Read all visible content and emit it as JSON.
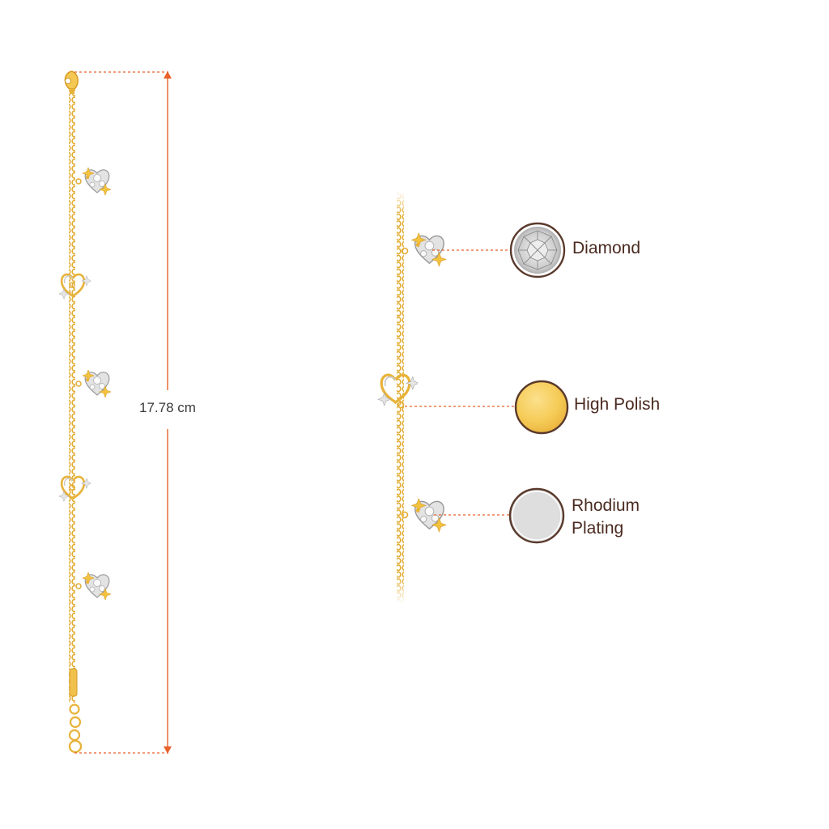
{
  "measurement": {
    "length": "17.78 cm",
    "accent_color": "#e8622a"
  },
  "callouts": [
    {
      "label_lines": [
        "Diamond"
      ],
      "swatch": "diamond",
      "color": "#d9d9d9"
    },
    {
      "label_lines": [
        "High Polish"
      ],
      "swatch": "gold",
      "color": "#f7cc5c"
    },
    {
      "label_lines": [
        "Rhodium",
        "Plating"
      ],
      "swatch": "rhodium",
      "color": "#dcdcdc"
    }
  ],
  "colors": {
    "gold": "#e8b33a",
    "gold_light": "#f6d36e",
    "ring": "#5a3a2c",
    "text": "#4a2a20"
  },
  "icons": {
    "clasp": "lobster-clasp-icon",
    "charm_heart_stars": "heart-with-stars-charm-icon",
    "charm_open_heart": "open-heart-charm-icon"
  }
}
